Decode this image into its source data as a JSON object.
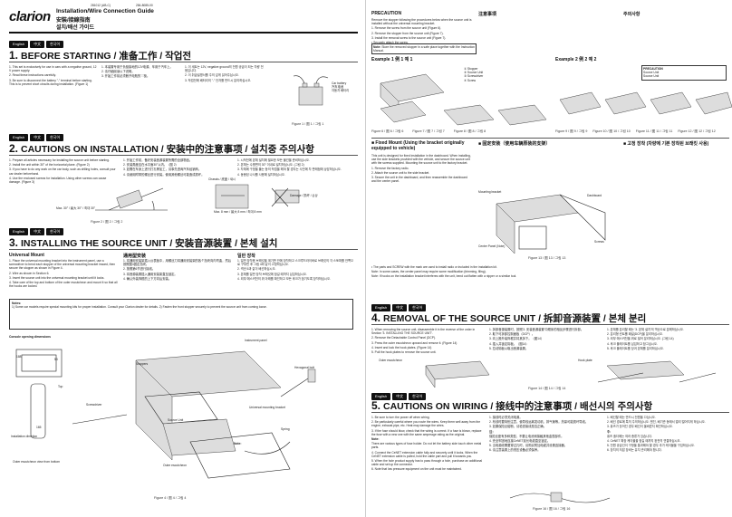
{
  "doc": {
    "code_left": "281012 (AB-C)",
    "code_right": "284-8085-00",
    "brand": "clarion",
    "title_en": "Installation/Wire Connection Guide",
    "title_zh": "安裝/接線指南",
    "title_ko": "설치/배선 가이드"
  },
  "langs": [
    "English",
    "中文",
    "한국어"
  ],
  "sections": {
    "s1": {
      "num": "1.",
      "title": "BEFORE STARTING / 准备工作 / 작업전",
      "figure": "Figure 1 / 图 1 / 그림 1"
    },
    "s2": {
      "num": "2.",
      "title": "CAUTIONS ON INSTALLATION / 安装中的注意事项 / 설치중 주의사항",
      "figure": "Figure 2 / 图 2 / 그림 2"
    },
    "s3": {
      "num": "3.",
      "title": "INSTALLING THE SOURCE UNIT / 安装音源装置 / 본체 설치",
      "sub_en": "Universal Mount",
      "sub_zh": "通用型安装",
      "sub_ko": "일반 장착",
      "figure": "Figure 4 / 图 4 / 그림 4"
    },
    "s4": {
      "num": "4.",
      "title": "REMOVAL OF THE SOURCE UNIT / 拆卸音源装置 / 본체 분리",
      "figure": "Figure 14 / 图 14 / 그림 14"
    },
    "s5": {
      "num": "5.",
      "title": "CAUTIONS ON WIRING / 接线中的注意事项 / 배선시의 주의사항",
      "figure": "Figure 16 / 图 16 / 그림 16"
    }
  },
  "s1_text": {
    "en": [
      "1. This set is exclusively for use in cars with a negative ground, 12 V power supply.",
      "2. Read these instructions carefully.",
      "3. Be sure to disconnect the battery \"-\" terminal before starting. This is to prevent short circuits during installation. (Figure 1)"
    ],
    "zh": [
      "1. 本装置专用于负极接地的12V电源、车用于汽车上。",
      "2. 请仔细阅读以下说明。",
      "3. 开始工作前必须断开电瓶的\"-\"极。"
    ],
    "ko": [
      "1. 이 세트는 12V, negative ground의 전원 공급이 되는 차량 전용입니다.",
      "2. 이 취급설명서를 주의 깊게 읽어주십시오.",
      "3. 작업전에 배터리의 \"-\" 단자를 반드시 분리하십시오."
    ]
  },
  "s2_text": {
    "en": [
      "1. Prepare all articles necessary for installing the source unit before starting.",
      "2. Install the unit within 30° of the horizontal plane. (Figure 2)",
      "3. If you have to do any work on the car body, such as drilling holes, consult your car dealer beforehand.",
      "4. Use the enclosed screws for installation. Using other screws can cause damage. (Figure 3)"
    ],
    "zh": [
      "1. 开始工作前，备好安装音源装置所需的全部物品。",
      "2. 安装角度应在水平面30°以内。（图 2）",
      "3. 如需在车身上进行打孔等加工，请事先咨询汽车经销商。",
      "4. 请使用附带的螺丝进行安装。使用其他螺丝可能造成损坏。"
    ],
    "ko": [
      "1. 시작전에 본체 설치에 필요한 모든 물건을 준비하십시오.",
      "2. 본체는 수평면의 30° 이내로 설치하십시오. (그림 2)",
      "3. 차체에 구멍을 뚫는 등의 작업을 해야 할 경우는 사전에 차 판매점에 상담하십시오.",
      "4. 동봉된 나사를 사용해 설치하십시오."
    ]
  },
  "s3_text": {
    "en": [
      "1. Place the universal mounting bracket into the instrument panel, use a screwdriver to bend each stopper of the universal mounting bracket inward, then secure the stopper as shown in Figure 4.",
      "2. Wire as shown in Section 6.",
      "3. Insert the source unit into the universal mounting bracket until it locks.",
      "4. Take care of the top and bottom of the outer escutcheon and mount it so that all the hooks are locked."
    ],
    "zh": [
      "1. 将通用安装架插入仪表板中，用螺丝刀将通用安装架的各个挡块向内弯曲，然后按照图4固定挡块。",
      "2. 按照第6节进行接线。",
      "3. 将音源装置插入通用安装架直至锁定。",
      "4. 确认外装饰框的上下方向后安装。"
    ],
    "ko": [
      "1. 일반 장착용 브래킷을 계기판 안에 장착하고 스크루드라이버로 브래킷의 각 스토퍼를 안쪽으로 구부린 후 그림 4와 같이 고정하십시오.",
      "2. 섹션 6과 같이 배선하십시오.",
      "3. 본체를 일반 장착 브래킷에 잠길 때까지 삽입하십시오.",
      "4. 외부 에스커천의 위 아래를 확인하고 모든 후크가 잠기도록 장착하십시오."
    ]
  },
  "notes_label": "Notes:",
  "notes_text": "1) Some car models require special mounting kits for proper installation. Consult your Clarion dealer for details. 2) Fasten the front stopper securely to prevent the source unit from coming loose.",
  "fig_labels": {
    "f1": [
      "Car battery",
      "汽车电池",
      "자동차 배터리"
    ],
    "f2": "Max. 30° / 最大 30° / 최대 30°",
    "f3_a": "Chassis / 底盘 / 섀시",
    "f3_b": "Damage / 损坏 / 손상",
    "f3_c": "Max. 8 mm / 最大 8 mm / 최대 8 mm",
    "f4_console": "Console opening dimensions",
    "f4_dims": [
      "188",
      "53",
      "165"
    ],
    "f4_instrument": "Instrument panel",
    "f4_stoppers": "Stoppers",
    "f4_hex": "Hexagonal bolt",
    "f4_screwdriver": "Screwdriver",
    "f4_install_dir": "Installation direction",
    "f4_source": "Source Unit",
    "f4_univ": "Universal mounting bracket",
    "f4_spring": "Spring",
    "f4_outer": "Outer escutcheon",
    "f4_note": "Note:",
    "f4_top": "Top",
    "f4_outer_bottom": "Outer escutcheon view from bottom"
  },
  "precaution": {
    "label_en": "PRECAUTION",
    "label_zh": "注意事项",
    "label_ko": "주의사항",
    "intro_en": "Remove the stopper following the procedures below when the source unit is installed without the universal mounting bracket.",
    "steps_en": [
      "1. Remove the screw from the source unit (Figure 6).",
      "2. Remove the stopper from the source unit (Figure 7).",
      "3. Install the removal screw to the source unit (Figure 7).",
      "• Securely attach the screw."
    ],
    "note_en": "Note:",
    "note_text": "Store the removed stopper in a safe place together with the Instruction Manual.",
    "example1": "Example 1 例 1 예 1",
    "example2": "Example 2 例 2 예 2",
    "ex1_labels": [
      "① Stopper",
      "② Source Unit",
      "③ Screwdriver",
      "④ Screw"
    ],
    "ex2_labels": [
      "PRECAUTION",
      "Source Unit",
      "Source Unit"
    ],
    "figs_ex1": [
      "Figure 6 / 图 6 / 그림 6",
      "Figure 7 / 图 7 / 그림 7",
      "Figure 8 / 图 8 / 그림 8"
    ],
    "figs_ex2": [
      "Figure 9 / 图 9 / 그림 9",
      "Figure 10 / 图 10 / 그림 10",
      "Figure 11 / 图 11 / 그림 11",
      "Figure 12 / 图 12 / 그림 12"
    ]
  },
  "fixed_mount": {
    "title_en": "■ Fixed Mount (Using the bracket originally equipped to vehicle)",
    "text_en": "This unit is designed for fixed installation in the dashboard. When installing, use the side brackets provided with the vehicle, and secure the source unit with the screws supplied. Mounting the source unit to the factory bracket.",
    "steps": [
      "1. Remove the factory radio.",
      "2. Attach the source unit to the side bracket.",
      "3. Secure the unit in the dashboard, and then reassemble the dashboard and the center panel."
    ],
    "title_zh": "■ 固定安装（使用车辆原装的支架）",
    "title_ko": "■ 고정 장착 (차량에 기본 장착된 브래킷 사용)",
    "labels": [
      "Mounting bracket",
      "Dashboard",
      "Center Panel (Note)",
      "Screws"
    ],
    "figure": "Figure 13 / 图 13 / 그림 13",
    "notes": [
      "• The parts and SCREW with the mark are used to install radio or included in the installation kit.",
      "Note: In some cases, the center panel may require some modification (trimming, filing).",
      "Note: If hooks on the installation bracket interferes with the unit, bend out flatten with a nipper or a similar tool."
    ]
  },
  "s4_text": {
    "en": [
      "1. When removing the source unit, disassemble it in the reverse of the order in Section '3. INSTALLING THE SOURCE UNIT'.",
      "2. Remove the Detachable Control Panel (DCP).",
      "3. Press the outer escutcheon upward and remove it. (Figure 14)",
      "4. Insert and lock the hook plates. (Figure 14)",
      "5. Pull the hook plates to remove the source unit."
    ],
    "zh": [
      "1. 拆卸音源装置时，按照'3. 安装音源装置'中顺序的相反步骤进行拆卸。",
      "2. 取下可拆卸控制面板（DCP）。",
      "3. 向上推外装饰框并将其拆下。（图14）",
      "4. 插入并锁定钩板。（图14）",
      "5. 拉动钩板以取出音源装置。"
    ],
    "ko": [
      "1. 본체를 분리할 때는 '3. 본체 설치'의 역순으로 분해하십시오.",
      "2. 분리형 컨트롤 패널(DCP)을 분리하십시오.",
      "3. 외부 에스커천을 위로 밀어 분리하십시오. (그림 14)",
      "4. 후크 플레이트를 삽입하고 잠그십시오.",
      "5. 후크 플레이트를 당겨 본체를 분리하십시오."
    ],
    "labels": [
      "Outer escutcheon",
      "Hook plate"
    ]
  },
  "s5_text": {
    "en": [
      "1. Be sure to turn the power off when wiring.",
      "2. Be particularly careful where you route the wires. Keep them well away from the engine, exhaust pipe, etc. Heat may damage the wires.",
      "3. If the fuse should blow, check that the wiring is correct. If a fuse is blown, replace the fuse with a new one with the same amperage rating as the original.",
      "Note:",
      "There are various types of fuse holder. Do not let the battery side touch other metal parts.",
      "4. Connect the CeNET extension cable fully and securely until it locks. When the CeNET extension cable is pulled, hold the cable part and pull it towards you.",
      "5. When the hole product supply has to pass through a hole, purchase an additional cable and set up the connector.",
      "6. Note that low pressure equipment on the unit must be maintained."
    ],
    "zh": [
      "1. 接线时必须关闭电源。",
      "2. 布线时要特别注意。使导线远离发动机、排气管等。热量可能损坏导线。",
      "3. 如果保险丝熔断，请检查接线是否正确。",
      "注：",
      "保险丝座有多种类型。不要让电池侧接触其他金属部件。",
      "4. 完全牢固地连接CeNET延长电缆直至锁定。",
      "5. 当电源线需要穿过孔时，请购买附加电缆并设置连接器。",
      "6. 请注意装置上的低压设备必须保养。"
    ],
    "ko": [
      "1. 배선할 때는 반드시 전원을 끄십시오.",
      "2. 배선 경로에 특히 주의하십시오. 엔진, 배기관 등에서 멀리 떨어지게 하십시오.",
      "3. 퓨즈가 끊어진 경우 배선이 올바른지 확인하십시오.",
      "주:",
      "퓨즈 홀더에는 여러 종류가 있습니다.",
      "4. CeNET 확장 케이블을 잠길 때까지 완전히 연결하십시오.",
      "5. 전원 공급선이 구멍을 통과해야 할 경우 추가 케이블을 구입하십시오.",
      "6. 장치의 저압 장비는 유지 관리해야 합니다."
    ]
  },
  "colors": {
    "ink": "#111111",
    "grey": "#dddddd",
    "panel_dark": "#111111"
  }
}
